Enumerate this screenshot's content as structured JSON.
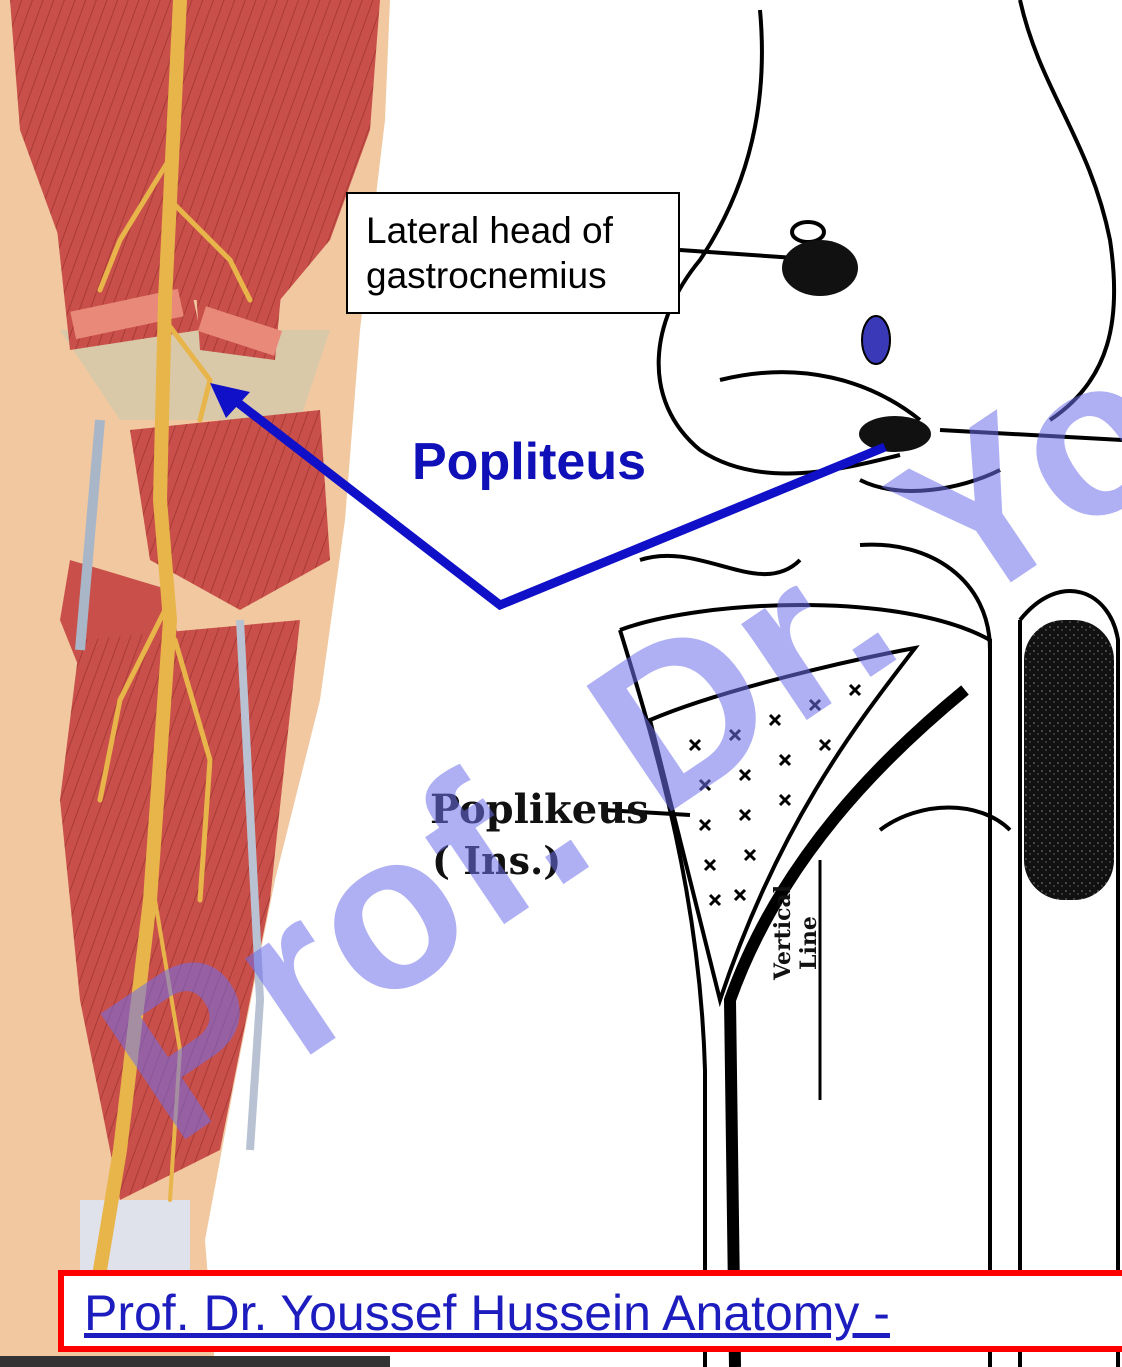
{
  "labels": {
    "lateral_head": [
      "Lateral head of",
      "gastrocnemius"
    ],
    "popliteus": "Popliteus",
    "hand_popliteus": "Poplikeus",
    "hand_ins": "( Ins.)",
    "vertical_line": [
      "Vertical",
      "Line"
    ]
  },
  "watermark": "Prof. Dr. You",
  "footer": {
    "link_text": "Prof. Dr. Youssef Hussein Anatomy -"
  },
  "colors": {
    "muscle": "#c9504a",
    "nerve": "#e8b54a",
    "skin": "#f1c8a0",
    "arrow": "#1010c8",
    "footer_border": "#ff0000"
  }
}
